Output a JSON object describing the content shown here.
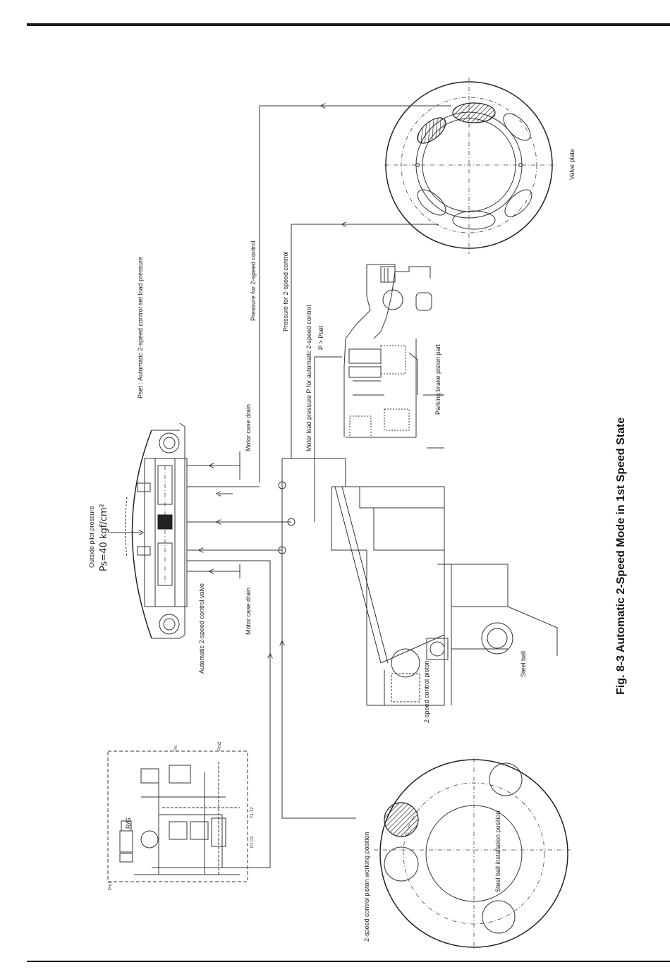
{
  "caption": "Fig. 8-3  Automatic 2-Speed Mode in 1st Speed State",
  "labels": {
    "valve_plate": "Valve plate",
    "pressure_2speed_a": "Pressure for 2-speed control",
    "pressure_2speed_b": "Pressure for 2-speed control",
    "motor_load_pressure": "Motor load pressure P for automatic 2-speed control",
    "p_gt_pset": "P > Pset",
    "pset_def": "Pset : Automatic 2-speed control set load pressure",
    "parking_brake": "Parking brake piston part",
    "motor_case_drain_top": "Motor case drain",
    "motor_case_drain_bottom": "Motor case drain",
    "outside_pilot": "Outside pilot pressure",
    "ps_value": "Ps=40 kgf/cm²",
    "auto_valve": "Automatic 2-speed control valve",
    "steel_ball": "Steel ball",
    "piston": "2-speed control piston",
    "working_position": "2-speed control piston working position",
    "ball_install": "Steel ball installation position"
  },
  "schematic": {
    "rg": "R/G",
    "ps": "Ps",
    "pm2": "Pm2",
    "t1t2": "T1,T2",
    "p1p2": "P1 P2",
    "pm1": "Pm1"
  }
}
